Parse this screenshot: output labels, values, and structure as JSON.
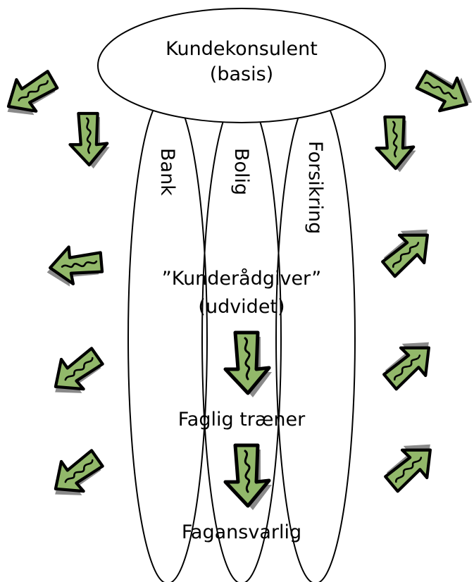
{
  "diagram": {
    "top_role": {
      "line1": "Kundekonsulent",
      "line2": "(basis)"
    },
    "columns": [
      {
        "label": "Bank"
      },
      {
        "label": "Bolig"
      },
      {
        "label": "Forsikring"
      }
    ],
    "middle_role": {
      "line1": "”Kunderådgiver”",
      "line2": "(udvidet)"
    },
    "roles": {
      "trainer": "Faglig træner",
      "responsible": "Fagansvarlig"
    }
  },
  "colors": {
    "arrow_fill": "#92b86a",
    "arrow_shadow": "#8a8a8a",
    "outline": "#000000"
  },
  "icons": {
    "arrow": "curly-arrow-icon"
  }
}
